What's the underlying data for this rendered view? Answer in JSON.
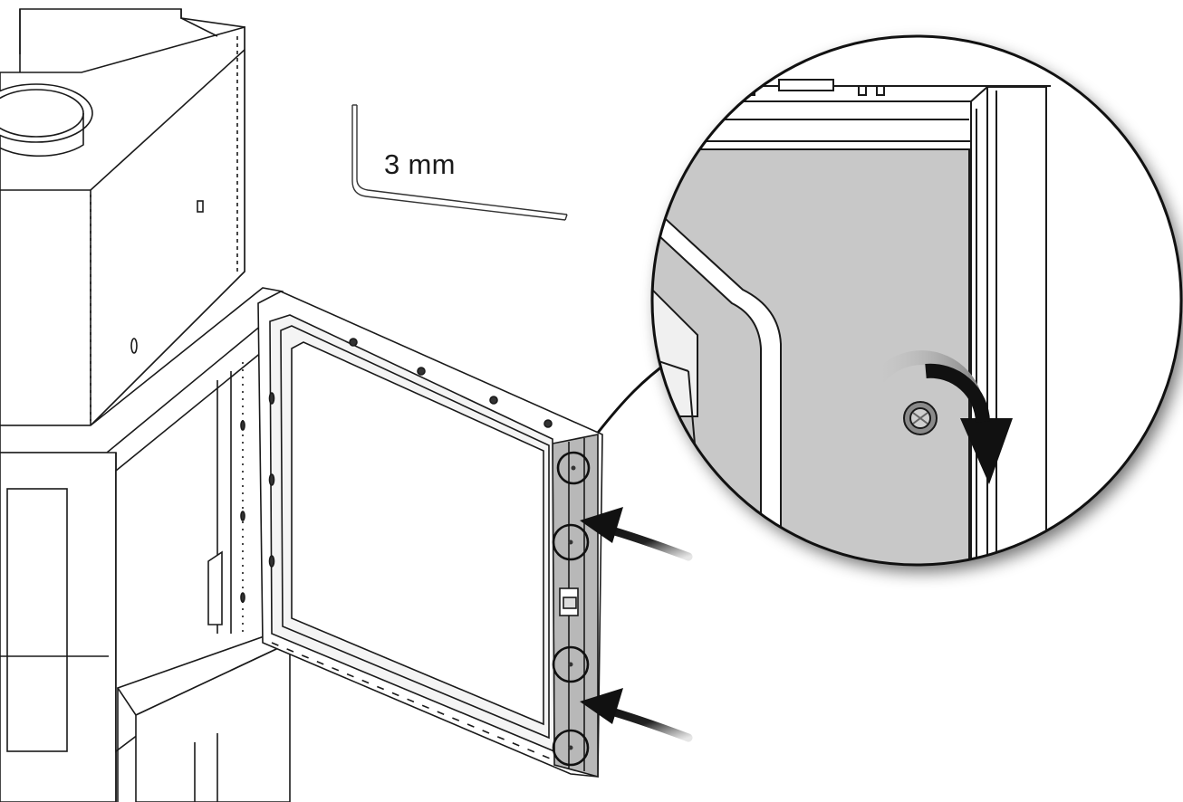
{
  "tool": {
    "name": "hex-key",
    "size_label": "3 mm"
  },
  "callouts": {
    "screw_circles": 4,
    "arrows": 2
  },
  "detail_view": {
    "rotation": "clockwise"
  },
  "colors": {
    "line": "#1a1a1a",
    "door_fill": "#b8b8b8",
    "glass_fill": "#c8c8c8",
    "arrow": "#111111"
  }
}
